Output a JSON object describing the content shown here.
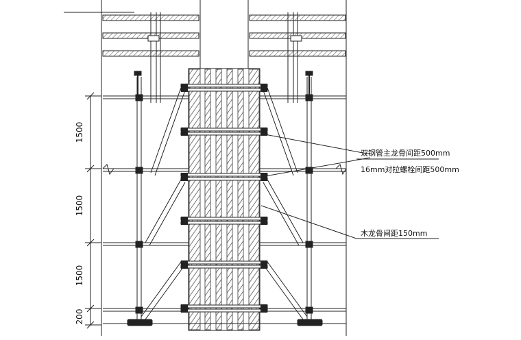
{
  "dimensions": {
    "levels": [
      {
        "value": "1500"
      },
      {
        "value": "1500"
      },
      {
        "value": "1500"
      },
      {
        "value": "200"
      }
    ]
  },
  "annotations": {
    "main_beam": "双钢管主龙骨间距500mm",
    "tie_bolt": "16mm对拉螺栓间距500mm",
    "timber_joist": "木龙骨间距150mm"
  },
  "colors": {
    "line": "#222222",
    "hatch": "#444444",
    "background": "#ffffff"
  }
}
